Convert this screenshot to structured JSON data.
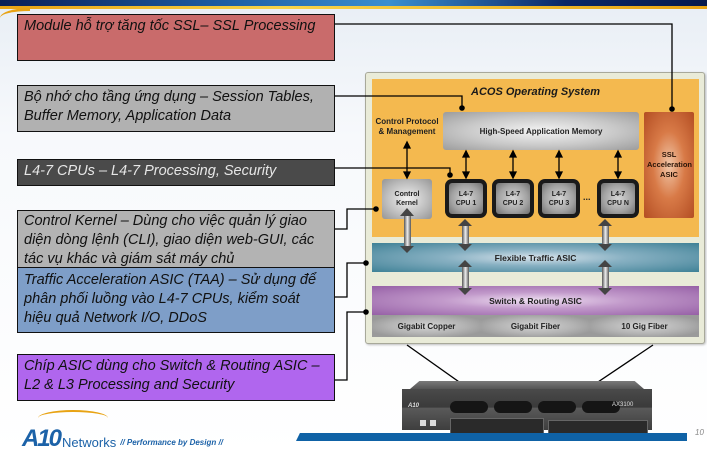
{
  "callouts": [
    {
      "id": "ssl",
      "text": "Module hỗ trợ tăng tốc SSL– SSL Processing",
      "color": "#c96b6b"
    },
    {
      "id": "memory",
      "text": "Bộ nhớ cho tầng ứng dụng – Session Tables, Buffer Memory, Application Data",
      "color": "#b1b1b1"
    },
    {
      "id": "cpus",
      "text": "L4-7 CPUs – L4-7 Processing, Security",
      "color": "#4a4a4a"
    },
    {
      "id": "kernel",
      "text": "Control Kernel – Dùng cho việc quản lý giao diện dòng lệnh (CLI), giao diện web-GUI, các tác vụ khác và giám sát máy chủ",
      "color": "#b3b3b3"
    },
    {
      "id": "taa",
      "text": "Traffic Acceleration ASIC (TAA) – Sử dụng để phân phối luồng vào L4-7 CPUs, kiểm soát hiệu quả Network I/O, DDoS",
      "color": "#7e9ec8"
    },
    {
      "id": "switch",
      "text": "Chíp ASIC dùng cho Switch & Routing ASIC –L2 & L3 Processing and Security",
      "color": "#b066ee"
    }
  ],
  "diagram": {
    "os_title": "ACOS Operating System",
    "control_protocol": "Control Protocol & Management",
    "app_memory": "High-Speed Application Memory",
    "ssl_asic": "SSL Acceleration ASIC",
    "control_kernel": "Control Kernel",
    "cpus": [
      {
        "line1": "L4-7",
        "line2": "CPU 1"
      },
      {
        "line1": "L4-7",
        "line2": "CPU 2"
      },
      {
        "line1": "L4-7",
        "line2": "CPU 3"
      },
      {
        "line1": "L4-7",
        "line2": "CPU N"
      }
    ],
    "cpu_ellipsis": "...",
    "flexible_asic": "Flexible Traffic ASIC",
    "switch_asic": "Switch & Routing ASIC",
    "ports": [
      "Gigabit Copper",
      "Gigabit Fiber",
      "10 Gig Fiber"
    ]
  },
  "device": {
    "brand": "A10",
    "model": "AX3100"
  },
  "footer": {
    "logo_a10": "A10",
    "logo_networks": "Networks",
    "tagline": "// Performance by Design //",
    "page_number": "10"
  }
}
